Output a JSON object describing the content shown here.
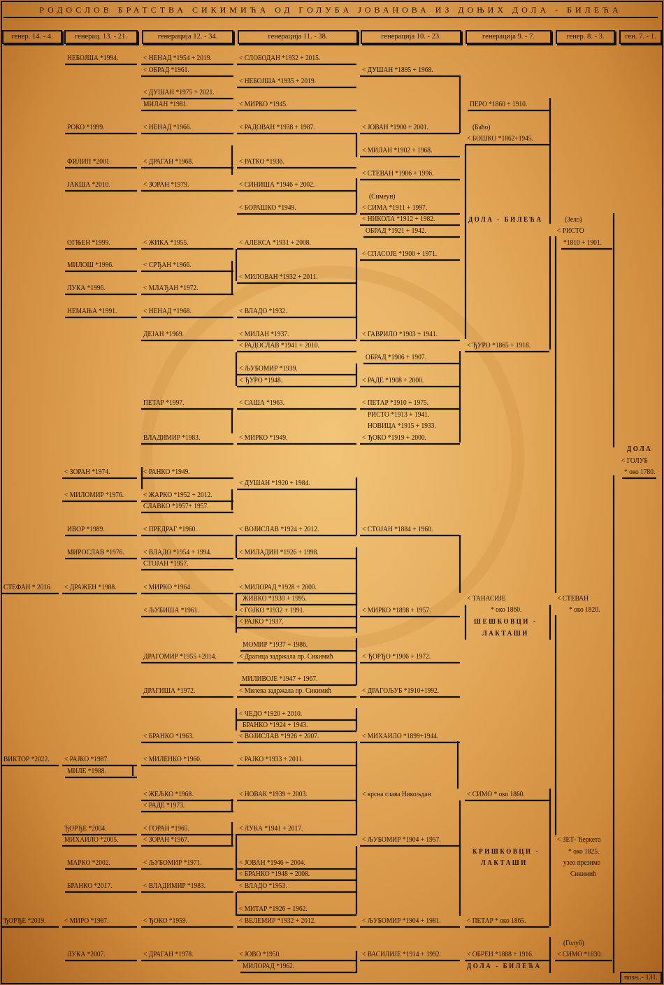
{
  "title": "РОДОСЛОВ БРАТСТВА СИКИМИЋА ОД ГОЛУБА ЈОВАНОВА ИЗ ДОЊИХ ДОЛА - БИЛЕЋА",
  "headers": [
    "генер. 14. - 4.",
    "генерац. 13. - 21.",
    "генерација 12. - 34.",
    "генерација 11. - 38.",
    "генерација 10. - 23.",
    "генерација 9. - 7.",
    "генер. 8. - 3.",
    "ген. 7. - 1."
  ],
  "page_number": "позн..- 131.",
  "entries": [
    "НЕБОЈША *1994.",
    "< НЕНАД *1954 + 2019.",
    "< СЛОБОДАН *1932 + 2015.",
    "< ОБРАД *1961.",
    "< ДУШАН *1895 + 1968.",
    "< НЕБОЈША *1935 + 2019.",
    "< ДУШАН *1975 + 2021.",
    "МИЛАН *1981.",
    "< МИРКО *1945.",
    "ПЕРО *1860 + 1910.",
    "РОКО *1999.",
    "< НЕНАД *1966.",
    "< РАДОВАН *1938 + 1987.",
    "< ЈОВАН *1900 + 2001.",
    "(Баћо)",
    "< БОШКО *1862+1945.",
    "< МИЛАН *1902 + 1968.",
    "ФИЛИП *2001.",
    "< ДРАГАН *1968.",
    "< РАТКО *1936.",
    "< СТЕВАН *1906 + 1996.",
    "ЈАКША *2010.",
    "< ЗОРАН *1979.",
    "< СИНИША *1946  +  2002.",
    "(Симеун)",
    "< БОРАШКО *1949.",
    "< СИМА *1911 + 1997.",
    "< НИКОЛА *1912 + 1982.",
    "ОБРАД *1921 + 1942.",
    "ДОЛА - БИЛЕЋА",
    "(Зело)",
    "< РИСТО",
    "*1810 + 1901.",
    "ОГЊЕН *1999.",
    "< ЖИКА *1955.",
    "< АЛЕКСА *1931 + 2008.",
    "< СПАСОЈЕ *1900 + 1971.",
    "МИЛОШ *1996.",
    "< СРЂАН *1966.",
    "< МИЛОВАН *1932 + 2011.",
    "ЛУКА *1996.",
    "< МЛАЂАН *1972.",
    "НЕМАЊА *1991.",
    "< НЕНАД *1968.",
    "< ВЛАДО *1932.",
    "ДЕЈАН *1969.",
    "< МИЛАН *1937.",
    "< ГАВРИЛО *1903 + 1941.",
    "< РАДОСЛАВ *1941 + 2010.",
    "< ЂУРО *1865 + 1918.",
    "ОБРАД *1906 + 1907.",
    "< ЉУБОМИР *1939.",
    "< ЂУРО *1948.",
    "< РАДЕ *1908 + 2000.",
    "ПЕТАР *1997.",
    "< САША *1963.",
    "< ПЕТАР *1910 + 1975.",
    "РИСТО *1913 + 1941.",
    "НОВИЦА *1915 + 1933.",
    "ВЛАДИМИР *1983.",
    "< МИРКО *1949.",
    "< ЂОКО *1919  +  2000.",
    "ДОЛА",
    "< ГОЛУБ",
    "* око 1780.",
    "< ЗОРАН *1974.",
    "< РАНКО *1949.",
    "< ДУШАН *1920 + 1984.",
    "< МИЛОМИР *1976.",
    "< ЖАРКО *1952 + 2012.",
    "СЛАВКО *1957+ 1957.",
    "ИВОР *1989.",
    "< ПРЕДРАГ *1960.",
    "< ВОЈИСЛАВ *1924 + 2012.",
    "< СТОЈАН *1884 + 1960.",
    "МИРОСЛАВ *1976.",
    "< ВЛАДО *1954 + 1994.",
    "< МИЛАДИН *1926 + 1998.",
    "СТОЈАН *1957.",
    "СТЕФАН * 2016.",
    "< ДРАЖЕН *1988.",
    "< МИРКО *1964.",
    "< МИЛОРАД *1928 + 2000.",
    "ЖИВКО *1930 + 1995.",
    "< ТАНАСИЈЕ",
    "< СТЕВАН",
    "* око 1860.",
    "* око 1820.",
    "< ЉУБИША *1961.",
    "< ГОЈКО *1932 + 1991.",
    "< МИРКО *1898 + 1957.",
    "< РАЈКО *1937.",
    "ШЕШКОВЦИ -",
    "ЛАКТАШИ",
    "МОМИР *1937 + 1986.",
    "ДРАГОМИР *1955 +2014.",
    "< Драгица задржала пр. Сикимић",
    "< ЂОРЂО *1906 + 1972.",
    "МИЛИВОЈЕ *1947 + 1967.",
    "ДРАГИША *1972.",
    "< Милева задржала пр. Сикимић",
    "< ДРАГОЉУБ *1910+1992.",
    "< ЧЕДО *1920 + 2010.",
    "БРАНКО *1924 + 1943.",
    "< БРАНКО *1963.",
    "< ВОЈИСЛАВ *1926 + 2007.",
    "< МИХАИЛО *1899+1944.",
    "ВИКТОР *2022.",
    "< РАЈКО *1987.",
    "< МИЛЕНКО *1960.",
    "< РАЈКО *1933 + 2011.",
    "МИЛЕ *1988.",
    "< ЖЕЉКО *1968.",
    "< НОВАК *1939 + 2003.",
    "< крсна слава Никољдан",
    "< СИМО * око 1860.",
    "< РАДЕ *1973.",
    "ЂОРЂЕ *2004.",
    "< ГОРАН *1965.",
    "< ЛУКА *1941 + 2017.",
    "МИХАИЛО *2005.",
    "< ЗОРАН *1967.",
    "< ЉУБОМИР *1904 + 1957.",
    "< ЗЕТ- Ћеркета",
    "* око 1825.",
    "узео  презиме",
    "Сикимић",
    "КРИШКОВЦИ -",
    "ЛАКТАШИ",
    "МАРКО *2002.",
    "< ЉУБОМИР *1971.",
    "< ЈОВАН *1946 + 2004.",
    "< БРАНКО *1948 + 2008.",
    "БРАНКО *2017.",
    "< ВЛАДИМИР *1983.",
    "< ВЛАДО *1953.",
    "< МИТАР *1926 + 1962.",
    "ЂОРЂЕ *2019.",
    "< МИРО *1987.",
    "< ЂОКО *1959.",
    "< ВЕЛЕМИР *1932 + 2012.",
    "< ЉУБОМИР *1904 + 1981.",
    "< ПЕТАР * око 1865.",
    "(Голуб)",
    "ЛУКА *2007.",
    "< ДРАГАН *1978.",
    "< ЈОВО *1950.",
    "< ВАСИЛИЈЕ *1914 + 1992.",
    "< ОБРЕН *1888 + 1916.",
    "< СИМО *1830.",
    "МИЛОРАД *1962.",
    "ДОЛА - БИЛЕЋА"
  ]
}
